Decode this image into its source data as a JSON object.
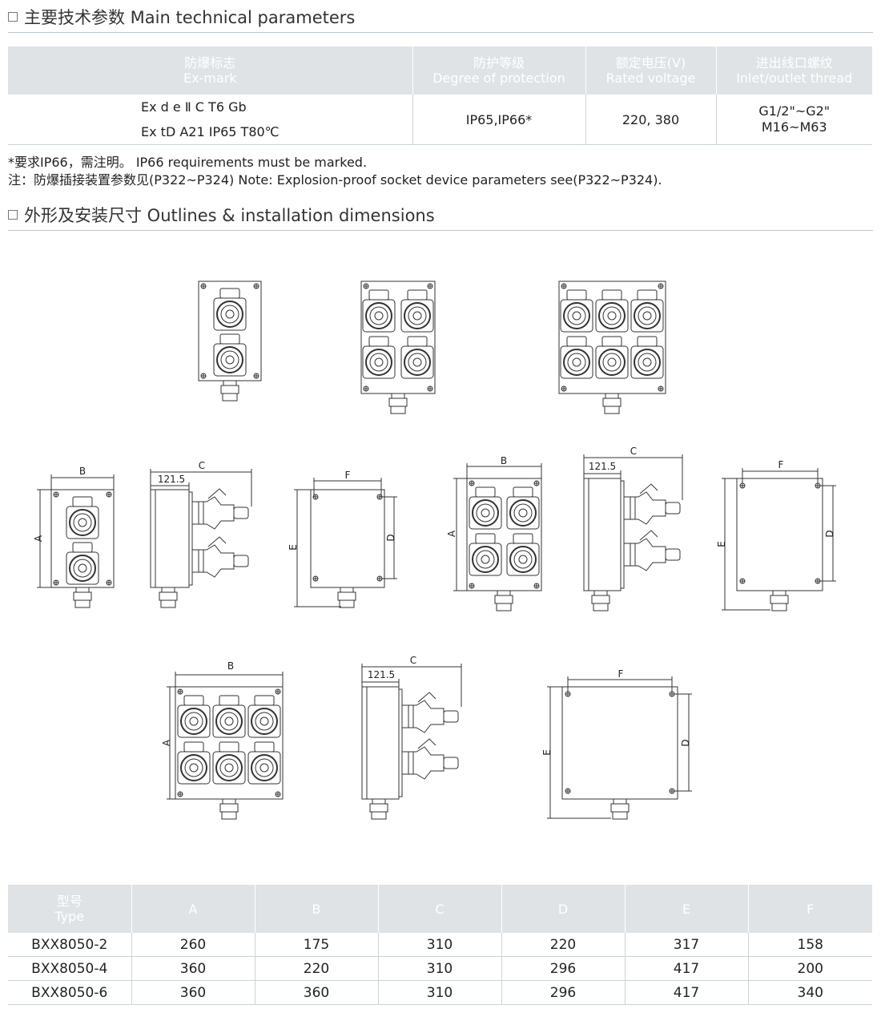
{
  "sections": {
    "params_title": "主要技术参数 Main technical parameters",
    "outline_title": "外形及安装尺寸 Outlines & installation dimensions"
  },
  "params": {
    "headers": [
      {
        "cn": "防爆标志",
        "en": "Ex-mark"
      },
      {
        "cn": "防护等级",
        "en": "Degree of protection"
      },
      {
        "cn": "额定电压(V)",
        "en": "Rated voltage"
      },
      {
        "cn": "进出线口螺纹",
        "en": "Inlet/outlet thread"
      }
    ],
    "row": {
      "exmark_1": "Ex d e Ⅱ C T6 Gb",
      "exmark_2": "Ex tD A21 IP65 T80℃",
      "protection": "IP65,IP66*",
      "voltage": "220, 380",
      "thread_1": "G1/2\"~G2\"",
      "thread_2": "M16~M63"
    }
  },
  "notes": {
    "note1": "*要求IP66，需注明。 IP66 requirements must be marked.",
    "note2": "注：防爆插接装置参数见(P322~P324)    Note: Explosion-proof socket device parameters see(P322~P324)."
  },
  "drawing_labels": {
    "A": "A",
    "B": "B",
    "C": "C",
    "D": "D",
    "E": "E",
    "F": "F",
    "offset": "121.5"
  },
  "dimensions": {
    "header_type_cn": "型号",
    "header_type_en": "Type",
    "headers": [
      "A",
      "B",
      "C",
      "D",
      "E",
      "F"
    ],
    "rows": [
      {
        "type": "BXX8050-2",
        "values": [
          "260",
          "175",
          "310",
          "220",
          "317",
          "158"
        ]
      },
      {
        "type": "BXX8050-4",
        "values": [
          "360",
          "220",
          "310",
          "296",
          "417",
          "200"
        ]
      },
      {
        "type": "BXX8050-6",
        "values": [
          "360",
          "360",
          "310",
          "296",
          "417",
          "340"
        ]
      }
    ]
  }
}
